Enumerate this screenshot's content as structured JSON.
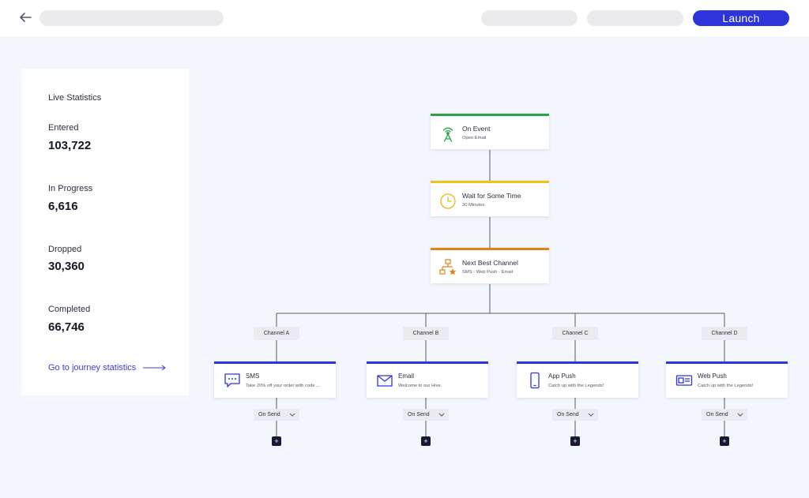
{
  "header": {
    "launch_label": "Launch"
  },
  "stats": {
    "title": "Live Statistics",
    "items": [
      {
        "label": "Entered",
        "value": "103,722"
      },
      {
        "label": "In Progress",
        "value": "6,616"
      },
      {
        "label": "Dropped",
        "value": "30,360"
      },
      {
        "label": "Completed",
        "value": "66,746"
      }
    ],
    "link_label": "Go to journey statistics"
  },
  "flow": {
    "nodes": [
      {
        "title": "On Event",
        "subtitle": "Open Email",
        "icon": "broadcast-icon",
        "color": "#2aa04a"
      },
      {
        "title": "Wait for Some Time",
        "subtitle": "30 Minutes",
        "icon": "clock-icon",
        "color": "#f2c21b"
      },
      {
        "title": "Next Best Channel",
        "subtitle": "SMS - Web Push - Email",
        "icon": "channel-tree-icon",
        "color": "#e08418"
      }
    ],
    "channels": [
      {
        "label": "Channel A",
        "title": "SMS",
        "subtitle": "Take 20% off your order with code ...",
        "icon": "sms-chat-icon",
        "trigger": "On Send"
      },
      {
        "label": "Channel B",
        "title": "Email",
        "subtitle": "Welcome to our Hive.",
        "icon": "envelope-icon",
        "trigger": "On Send"
      },
      {
        "label": "Channel C",
        "title": "App Push",
        "subtitle": "Catch up with the Legends!",
        "icon": "smartphone-icon",
        "trigger": "On Send"
      },
      {
        "label": "Channel D",
        "title": "Web Push",
        "subtitle": "Catch up with the Legends!",
        "icon": "browser-card-icon",
        "trigger": "On Send"
      }
    ],
    "add_symbol": "+"
  },
  "colors": {
    "accent": "#2b35d9",
    "background": "#f3f6fc",
    "event": "#2aa04a",
    "wait": "#f2c21b",
    "split": "#e08418"
  }
}
